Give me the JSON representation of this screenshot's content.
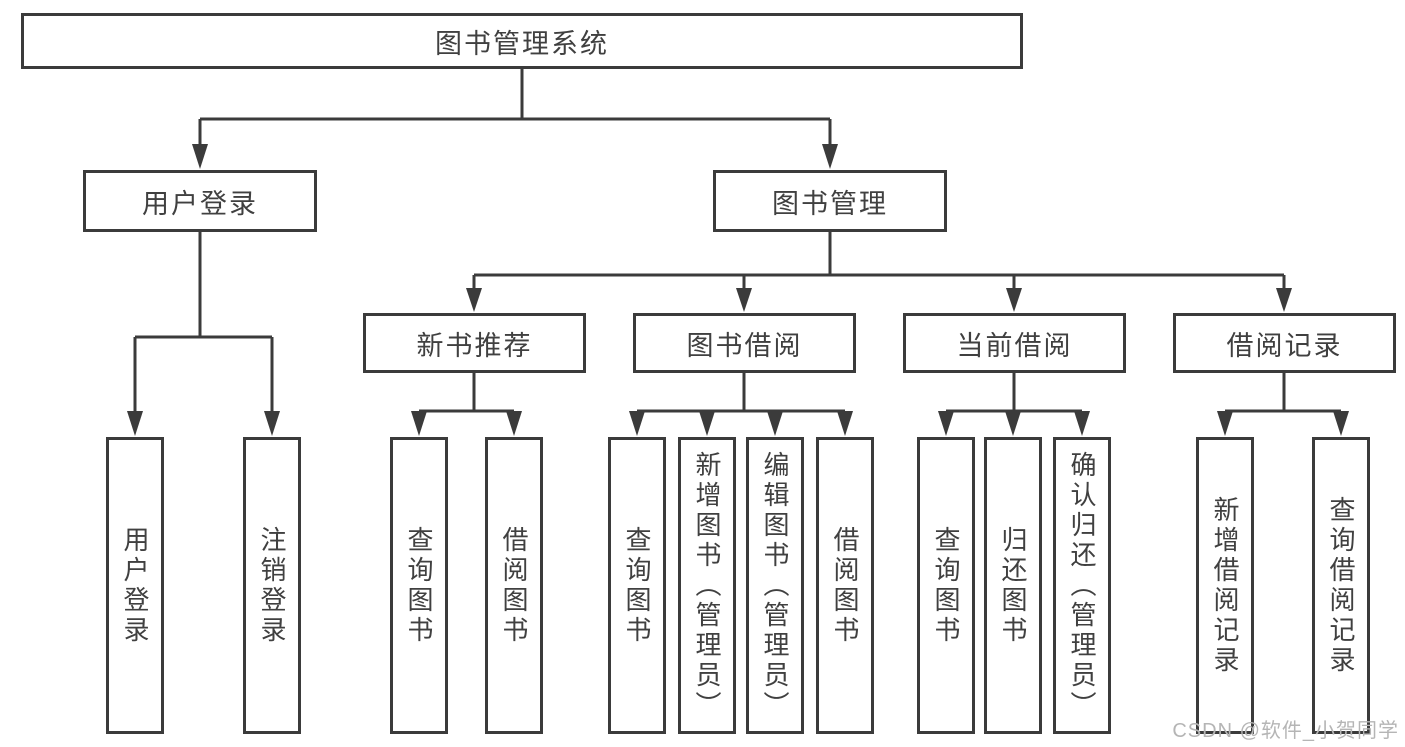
{
  "colors": {
    "line": "#3b3b3b",
    "text": "#404040",
    "watermark": "#b5b5b5",
    "background": "#ffffff"
  },
  "watermark": {
    "text": "CSDN @软件_小贺同学"
  },
  "diagram": {
    "root": {
      "label": "图书管理系统"
    },
    "branches": {
      "user_login": {
        "label": "用户登录"
      },
      "book_management": {
        "label": "图书管理"
      }
    },
    "modules": {
      "new_book_recommend": {
        "label": "新书推荐"
      },
      "book_borrow": {
        "label": "图书借阅"
      },
      "current_borrow": {
        "label": "当前借阅"
      },
      "borrow_records": {
        "label": "借阅记录"
      }
    },
    "functions": {
      "user_login": {
        "label": "用户登录"
      },
      "logout": {
        "label": "注销登录"
      },
      "nb_query_books": {
        "label": "查询图书"
      },
      "nb_borrow_books": {
        "label": "借阅图书"
      },
      "bb_query_books": {
        "label": "查询图书"
      },
      "bb_add_books": {
        "label": "新增图书（管理员）"
      },
      "bb_edit_books": {
        "label": "编辑图书（管理员）"
      },
      "bb_borrow_books": {
        "label": "借阅图书"
      },
      "cb_query_books": {
        "label": "查询图书"
      },
      "cb_return_books": {
        "label": "归还图书"
      },
      "cb_confirm_return": {
        "label": "确认归还（管理员）"
      },
      "br_add_record": {
        "label": "新增借阅记录"
      },
      "br_query_record": {
        "label": "查询借阅记录"
      }
    }
  }
}
